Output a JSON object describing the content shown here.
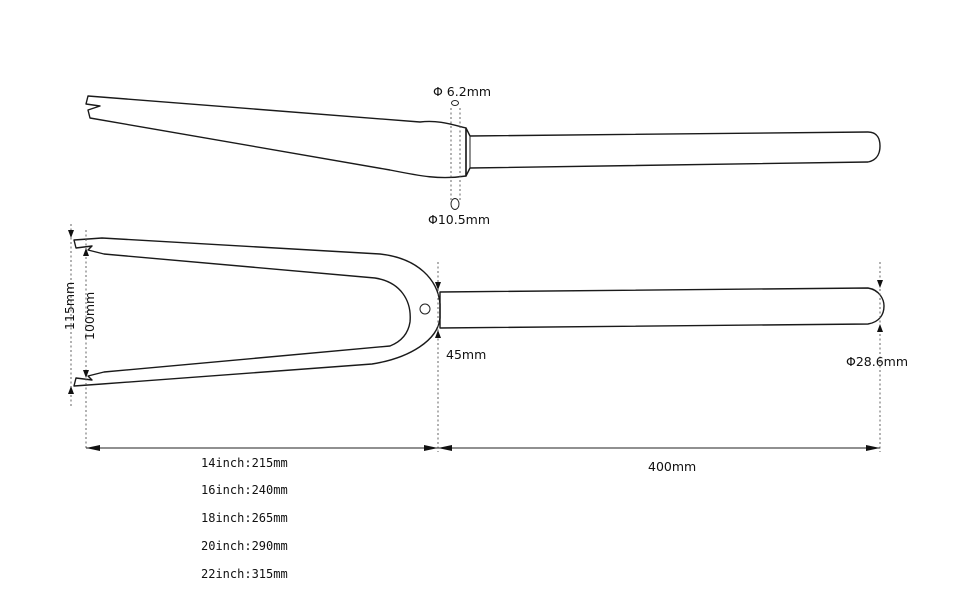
{
  "labels": {
    "steerer_top_diameter": "Φ 6.2mm",
    "steerer_bottom_diameter": "Φ10.5mm",
    "dropout_outer_width": "115mm",
    "dropout_inner_width": "100mm",
    "crown_offset": "45mm",
    "steerer_diameter": "Φ28.6mm",
    "steerer_length": "400mm"
  },
  "size_table": [
    "14inch:215mm",
    "16inch:240mm",
    "18inch:265mm",
    "20inch:290mm",
    "22inch:315mm"
  ]
}
